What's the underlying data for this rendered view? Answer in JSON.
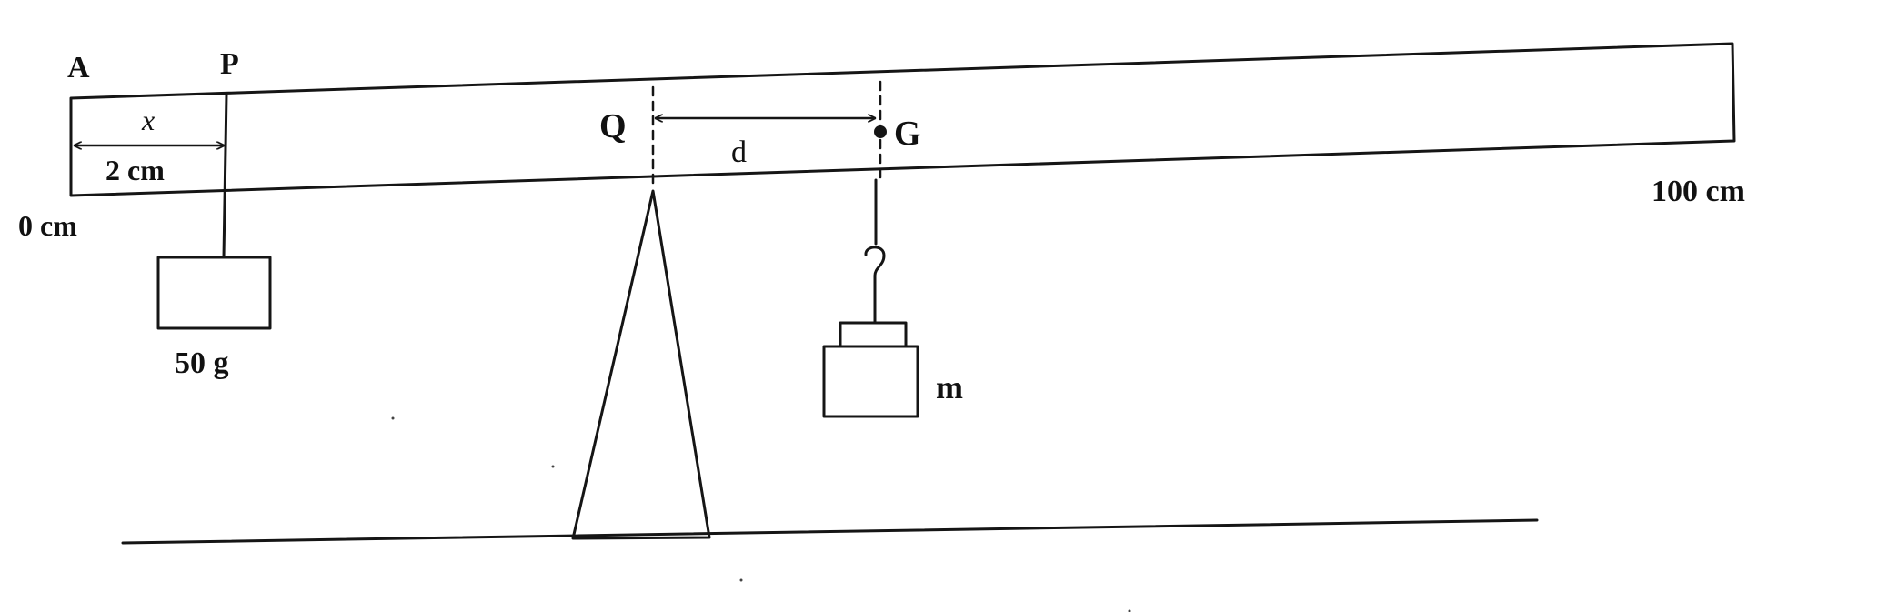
{
  "labels": {
    "point_a": "A",
    "point_p": "P",
    "point_q": "Q",
    "point_g": "G",
    "distance_x": "x",
    "distance_x_value": "2 cm",
    "distance_d": "d",
    "scale_start": "0 cm",
    "scale_end": "100 cm",
    "left_mass": "50 g",
    "right_mass": "m"
  },
  "colors": {
    "ink": "#151515",
    "background": "#ffffff"
  }
}
